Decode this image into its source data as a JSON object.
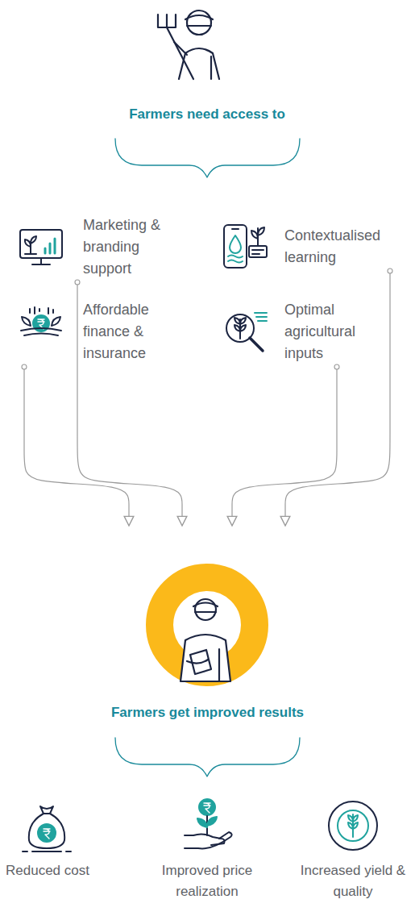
{
  "diagram": {
    "nodes": [
      {
        "text": [
          "Farmers need access to"
        ]
      },
      {
        "text": [
          "Marketing & branding support"
        ]
      },
      {
        "text": [
          "Contextualised learning"
        ]
      },
      {
        "text": [
          "Affordable finance & insurance"
        ]
      },
      {
        "text": [
          "Optimal agricultural inputs"
        ]
      },
      {
        "text": [
          "Farmers get improved results"
        ]
      },
      {
        "text": [
          "Reduced cost"
        ]
      },
      {
        "text": [
          "Improved price realization"
        ]
      },
      {
        "text": [
          "Increased yield & quality"
        ]
      }
    ],
    "edges": [
      {
        "from": 1,
        "to": 5,
        "arrow": "to"
      },
      {
        "from": 2,
        "to": 5,
        "arrow": "to"
      },
      {
        "from": 3,
        "to": 5,
        "arrow": "to"
      },
      {
        "from": 4,
        "to": 5,
        "arrow": "to"
      }
    ]
  }
}
